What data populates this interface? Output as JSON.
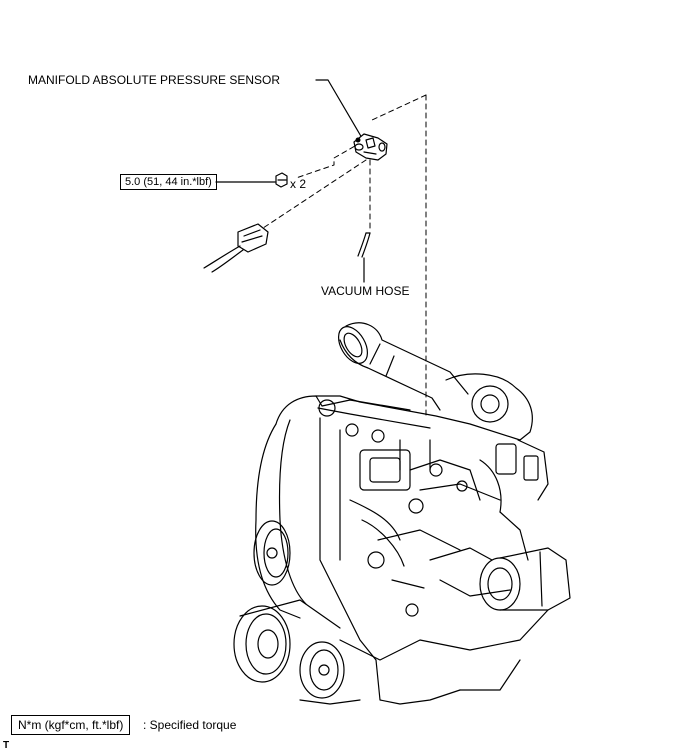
{
  "callouts": {
    "sensor": "MANIFOLD ABSOLUTE PRESSURE SENSOR",
    "torque": "5.0 (51, 44 in.*lbf)",
    "quantity": "x 2",
    "hose": "VACUUM HOSE"
  },
  "legend": {
    "unit_box": "N*m (kgf*cm, ft.*lbf)",
    "description": ": Specified torque"
  },
  "corner_mark": "T"
}
